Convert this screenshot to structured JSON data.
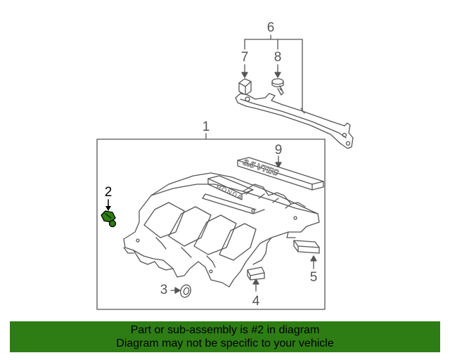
{
  "callouts": {
    "c1": "1",
    "c2": "2",
    "c3": "3",
    "c4": "4",
    "c5": "5",
    "c6": "6",
    "c7": "7",
    "c8": "8",
    "c9": "9"
  },
  "highlighted_part": "2",
  "highlight_color": "#2e7d14",
  "cover_brand_text": "HONDA",
  "emblem_text": "3.5 VTEC",
  "banner": {
    "line1": "Part or sub-assembly is #2 in diagram",
    "line2": "Diagram may not be specific to your vehicle",
    "background": "#2e7d14"
  }
}
